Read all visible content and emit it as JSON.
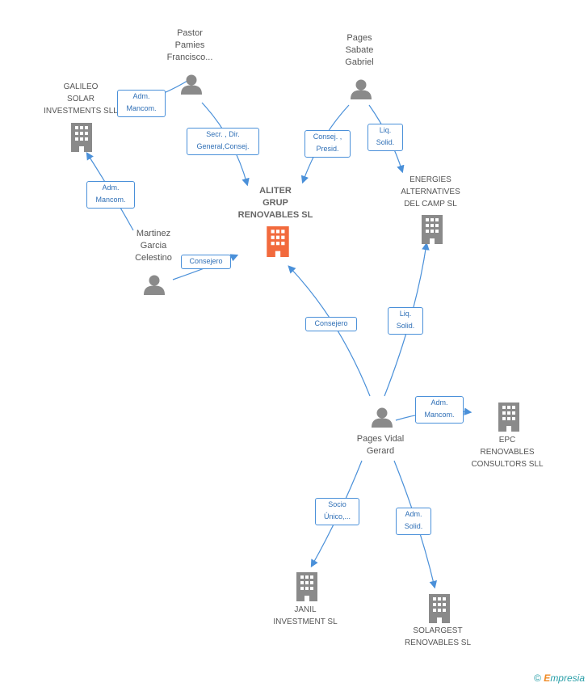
{
  "colors": {
    "person": "#8a8a8a",
    "company": "#8a8a8a",
    "focus_company": "#f26a3d",
    "edge": "#4a90d9"
  },
  "nodes": {
    "pastor": {
      "label": "Pastor\nPamies\nFrancisco..."
    },
    "pages_sabate": {
      "label": "Pages\nSabate\nGabriel"
    },
    "galileo": {
      "label": "GALILEO\nSOLAR\nINVESTMENTS SLL"
    },
    "aliter": {
      "label": "ALITER\nGRUP\nRENOVABLES SL"
    },
    "energies": {
      "label": "ENERGIES\nALTERNATIVES\nDEL CAMP SL"
    },
    "martinez": {
      "label": "Martinez\nGarcia\nCelestino"
    },
    "pages_vidal": {
      "label": "Pages Vidal\nGerard"
    },
    "epc": {
      "label": "EPC\nRENOVABLES\nCONSULTORS SLL"
    },
    "janil": {
      "label": "JANIL\nINVESTMENT SL"
    },
    "solargest": {
      "label": "SOLARGEST\nRENOVABLES SL"
    }
  },
  "relations": {
    "pastor_galileo": "Adm.\nMancom.",
    "pastor_aliter": "Secr. , Dir.\nGeneral,Consej.",
    "sabate_aliter": "Consej. ,\nPresid.",
    "sabate_energies": "Liq.\nSolid.",
    "martinez_galileo": "Adm.\nMancom.",
    "martinez_aliter": "Consejero",
    "vidal_aliter": "Consejero",
    "vidal_energies": "Liq.\nSolid.",
    "vidal_epc": "Adm.\nMancom.",
    "vidal_janil": "Socio\nÚnico,...",
    "vidal_solargest": "Adm.\nSolid."
  },
  "footer": {
    "copyright": "©",
    "brand_first": "E",
    "brand_rest": "mpresia"
  }
}
